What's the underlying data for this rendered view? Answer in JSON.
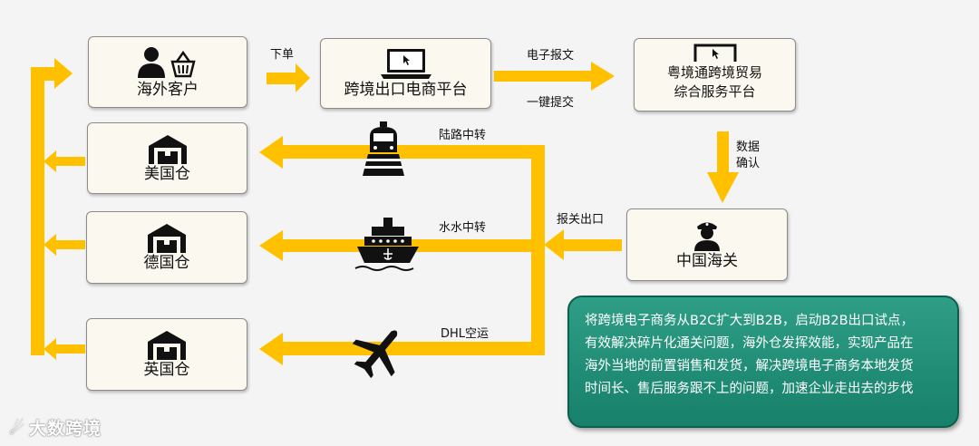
{
  "nodes": {
    "overseas_customer": "海外客户",
    "ecommerce_platform": "跨境出口电商平台",
    "yuejingtong": [
      "粤境通跨境贸易",
      "综合服务平台"
    ],
    "china_customs": "中国海关",
    "us_warehouse": "美国仓",
    "germany_warehouse": "德国仓",
    "uk_warehouse": "英国仓"
  },
  "edges": {
    "place_order": "下单",
    "electronic_declaration": "电子报文",
    "one_click_submit": "一键提交",
    "data_confirm": [
      "数据",
      "确认"
    ],
    "customs_export": "报关出口",
    "land_transfer": "陆路中转",
    "water_transfer": "水水中转",
    "air_transport": "DHL空运"
  },
  "note": {
    "lines": [
      "将跨境电子商务从B2C扩大到B2B，启动B2B出口试点，",
      "有效解决碎片化通关问题，海外仓发挥效能，实现产品在",
      "海外当地的前置销售和发货，解决跨境电子商务本地发货",
      "时间长、售后服务跟不上的问题，加速企业走出去的步伐"
    ]
  },
  "watermark": "大数跨境",
  "colors": {
    "arrow": "#ffc000",
    "node_bg": "#fbf9ef",
    "note_bg": "#1e8a73"
  },
  "icons": [
    "user-basket-icon",
    "laptop-icon",
    "monitor-icon",
    "customs-officer-icon",
    "warehouse-icon",
    "train-icon",
    "ship-icon",
    "airplane-icon"
  ]
}
